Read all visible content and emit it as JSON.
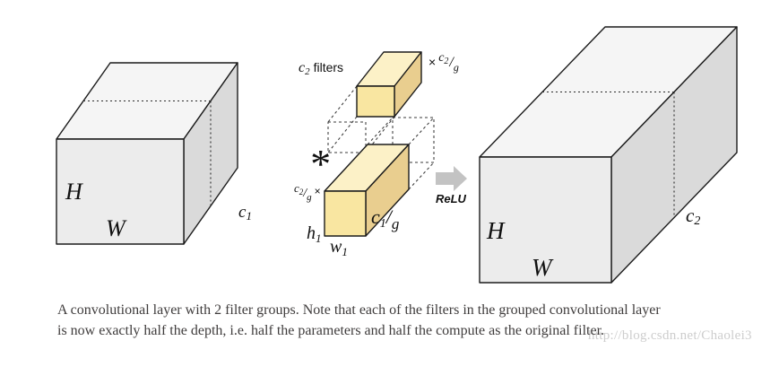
{
  "input_box": {
    "height_label": "H",
    "width_label": "W",
    "depth_base": "c",
    "depth_sub": "1"
  },
  "output_box": {
    "height_label": "H",
    "width_label": "W",
    "depth_base": "c",
    "depth_sub": "2"
  },
  "filters": {
    "group_label_base": "c",
    "group_label_sub": "2",
    "group_label_suffix": "filters",
    "top_multiplier": {
      "times": "×",
      "num_base": "c",
      "num_sub": "2",
      "slash": "/",
      "den": "g"
    },
    "bottom_multiplier": {
      "num_base": "c",
      "num_sub": "2",
      "slash": "/",
      "den": "g",
      "times": "×"
    },
    "conv_operator": "*",
    "filter_height": {
      "base": "h",
      "sub": "1"
    },
    "filter_width": {
      "base": "w",
      "sub": "1"
    },
    "filter_depth": {
      "base": "c",
      "sub": "1",
      "slash": "/",
      "den": "g"
    },
    "activation_label": "ReLU"
  },
  "caption": {
    "line1": "A convolutional layer with 2 filter groups. Note that each of the filters in the grouped convolutional layer",
    "line2": "is now exactly half the depth, i.e. half the parameters and half the compute as the original filter."
  },
  "watermark": "http://blog.csdn.net/Chaolei3",
  "colors": {
    "box_front": "#ECECEC",
    "box_top": "#F5F5F5",
    "box_side": "#DADADA",
    "filter_front": "#F9E6A1",
    "filter_top": "#FCF1C7",
    "filter_side": "#E9CE8F",
    "outline": "#1B1B1B",
    "arrow": "#C3C3C3",
    "caption_text": "#3F3C3C",
    "watermark_text": "#CDCDCD"
  }
}
